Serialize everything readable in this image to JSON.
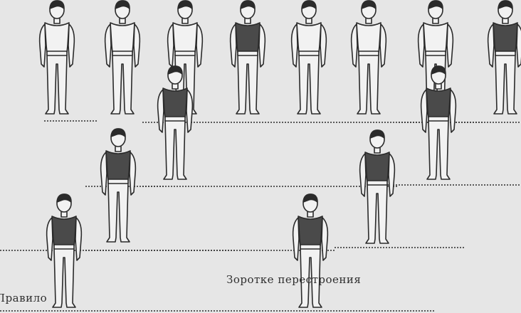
{
  "caption_line_1": "Зоротке перестроения",
  "caption_line_2": "Правило",
  "colors": {
    "paper": "#e6e6e6",
    "ink": "#2b2b2b",
    "shirt_fill": "#4a4a4a",
    "body_fill": "#f2f2f2"
  },
  "figures": [
    {
      "id": "f1",
      "row": "top",
      "shirt": "light"
    },
    {
      "id": "f2",
      "row": "top",
      "shirt": "light"
    },
    {
      "id": "f3",
      "row": "top",
      "shirt": "light"
    },
    {
      "id": "f4",
      "row": "top",
      "shirt": "dark"
    },
    {
      "id": "f5",
      "row": "top",
      "shirt": "light"
    },
    {
      "id": "f6",
      "row": "top",
      "shirt": "light"
    },
    {
      "id": "f7",
      "row": "top",
      "shirt": "light"
    },
    {
      "id": "f8",
      "row": "top",
      "shirt": "dark"
    },
    {
      "id": "f9",
      "row": "middle",
      "shirt": "dark"
    },
    {
      "id": "f10",
      "row": "middle",
      "shirt": "dark"
    },
    {
      "id": "f11",
      "row": "lower",
      "shirt": "dark"
    },
    {
      "id": "f12",
      "row": "lower",
      "shirt": "dark"
    },
    {
      "id": "f13",
      "row": "bottom",
      "shirt": "dark"
    },
    {
      "id": "f14",
      "row": "bottom",
      "shirt": "dark"
    }
  ]
}
